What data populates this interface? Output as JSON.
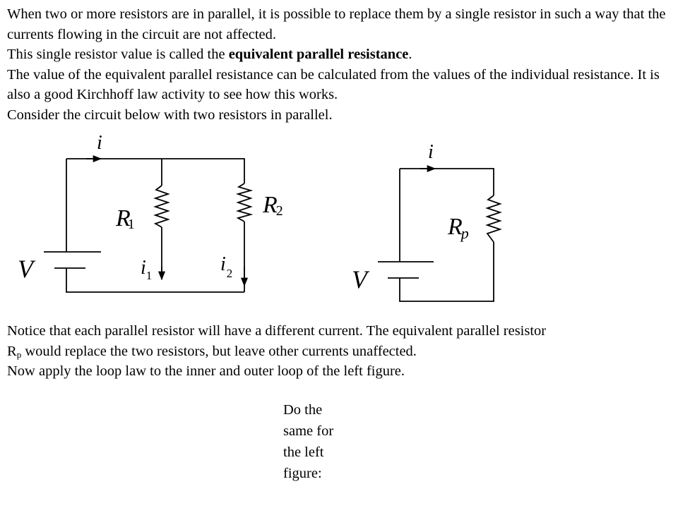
{
  "intro": {
    "line1": "When two or more resistors are in parallel, it is possible to replace them by a single resistor in such a way that  the currents flowing in the circuit are not affected.",
    "line2_prefix": "This single resistor value is called the ",
    "line2_bold": "equivalent parallel resistance",
    "line2_suffix": ".",
    "line3": "The value of the equivalent parallel resistance can be calculated from the values of the individual resistance. It is also a good Kirchhoff law activity to see how this works.",
    "line4": "Consider the circuit below with two resistors in parallel."
  },
  "left_circuit": {
    "current_label": "i",
    "r1_letter": "R",
    "r1_sub": "1",
    "r2_letter": "R",
    "r2_sub": "2",
    "voltage_label": "V",
    "i1_letter": "i",
    "i1_sub": "1",
    "i2_letter": "i",
    "i2_sub": "2"
  },
  "right_circuit": {
    "current_label": "i",
    "rp_letter": "R",
    "rp_sub": "p",
    "voltage_label": "V"
  },
  "notice": {
    "line1": "Notice that each parallel resistor will have a different current. The equivalent parallel resistor",
    "line2_letter": "R",
    "line2_sub": "p",
    "line2_rest": " would replace the two resistors, but leave other currents unaffected.",
    "line3": "Now apply the loop law to the inner and outer loop of the left figure."
  },
  "side_note": {
    "l1": "Do the",
    "l2": "same for",
    "l3": "the left",
    "l4": "figure:"
  }
}
